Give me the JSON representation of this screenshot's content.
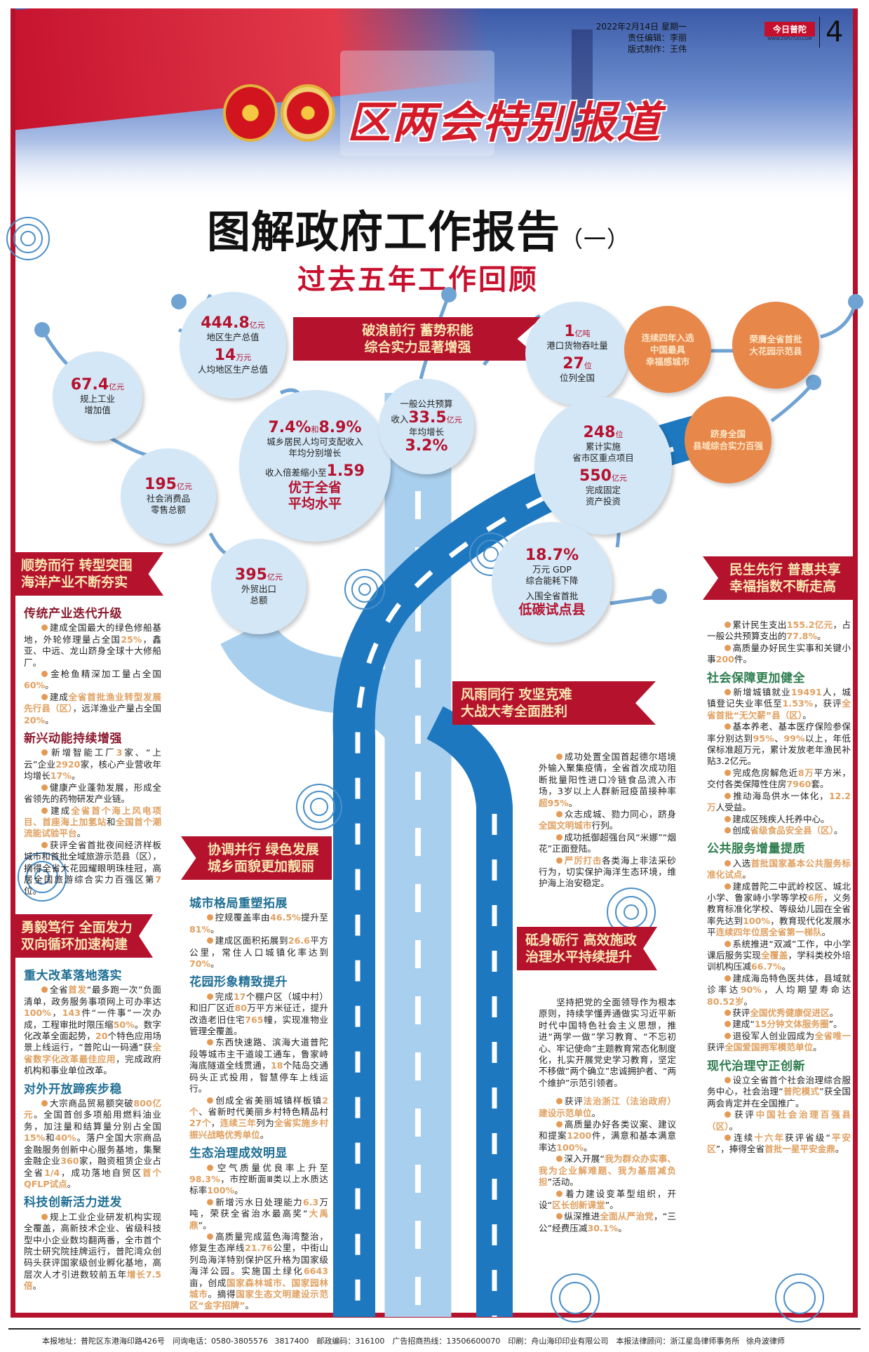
{
  "header": {
    "date": "2022年2月14日 星期一",
    "editor": "责任编辑：李丽",
    "layout": "版式制作：王伟",
    "paper_name": "今日普陀",
    "paper_url": "WWW.ZSPUTUO.COM",
    "page_number": "4",
    "report_title": "区两会特别报道"
  },
  "title": {
    "main": "图解政府工作报告",
    "part": "（一）",
    "subtitle": "过去五年工作回顾"
  },
  "banner_top": [
    "破浪前行 蓄势积能",
    "综合实力显著增强"
  ],
  "stats": {
    "industrial": {
      "value": "67.4",
      "unit": "亿元",
      "label": [
        "规上工业",
        "增加值"
      ]
    },
    "gdp": {
      "value": "444.8",
      "unit": "亿元",
      "label": "地区生产总值",
      "value2": "14",
      "unit2": "万元",
      "label2": "人均地区生产总值"
    },
    "retail": {
      "value": "195",
      "unit": "亿元",
      "label": [
        "社会消费品",
        "零售总额"
      ]
    },
    "income": {
      "value": "7.4%",
      "conj": "和",
      "value_b": "8.9%",
      "label": [
        "城乡居民人均可支配收入",
        "年均分别增长"
      ],
      "ratio_label": "收入倍差缩小至",
      "ratio": "1.59",
      "note": [
        "优于全省",
        "平均水平"
      ]
    },
    "export": {
      "value": "395",
      "unit": "亿元",
      "label": [
        "外贸出口",
        "总额"
      ]
    },
    "budget": {
      "label": "一般公共预算",
      "prefix": "收入",
      "value": "33.5",
      "unit": "亿元",
      "label2": "年均增长",
      "value2": "3.2%"
    },
    "port": {
      "value": "1",
      "unit": "亿吨",
      "label": "港口货物吞吐量",
      "value2": "27",
      "unit2": "位",
      "label2": "位列全国"
    },
    "projects": {
      "value": "248",
      "unit": "位",
      "label": [
        "累计实施",
        "省市区重点项目"
      ],
      "value2": "550",
      "unit2": "亿元",
      "label2": [
        "完成固定",
        "资产投资"
      ]
    },
    "energy": {
      "value": "18.7%",
      "label": [
        "万元 GDP",
        "综合能耗下降"
      ],
      "label2": "入围全省首批",
      "note": "低碳试点县"
    }
  },
  "honors": [
    [
      "连续四年入选",
      "中国最具",
      "幸福感城市"
    ],
    [
      "荣膺全省首批",
      "大花园示范县"
    ],
    [
      "跻身全国",
      "县域综合实力百强"
    ]
  ],
  "columns": [
    {
      "banner": [
        "顺势而行 转型突围",
        "海洋产业不断夯实"
      ],
      "groups": [
        {
          "title": "传统产业迭代升级",
          "items": [
            [
              "建成全国最大的绿色修船基地，外轮修理量占全国",
              "25%",
              "，鑫亚、中远、龙山跻身全球十大修船厂。"
            ],
            [
              "金枪鱼精深加工量占全国",
              "60%",
              "。"
            ],
            [
              "建成",
              "全省首批渔业转型发展先行县（区）",
              "，远洋渔业产量占全国",
              "20%",
              "。"
            ]
          ]
        },
        {
          "title": "新兴动能持续增强",
          "items": [
            [
              "新增智能工厂",
              "3",
              "家、“上云”企业",
              "2920",
              "家，核心产业营收年均增长",
              "17%",
              "。"
            ],
            [
              "健康产业蓬勃发展，形成全省领先的药物研发产业链。"
            ],
            [
              "建成",
              "全省首个海上风电项目、首座海上加氢站",
              "和",
              "全国首个潮流能试验平台",
              "。"
            ],
            [
              "获评全省首批夜间经济样板城市和首批全域旅游示范县（区），摘得全省大花园耀眼明珠桂冠，高居全国旅游综合实力百强区第",
              "7",
              "位。"
            ]
          ]
        }
      ]
    },
    {
      "banner": [
        "勇毅笃行 全面发力",
        "双向循环加速构建"
      ],
      "groups": [
        {
          "title": "重大改革落地落实",
          "items": [
            [
              "全省",
              "首发",
              "“最多跑一次”负面清单，政务服务事项网上可办率达",
              "100%",
              "，",
              "143",
              "件“一件事”一次办成，工程审批时限压缩",
              "50%",
              "。数字化改革全面起势，",
              "20",
              "个特色应用场景上线运行，“普陀山一码通”获",
              "全省数字化改革最佳应用",
              "，完成政府机构和事业单位改革。"
            ]
          ]
        },
        {
          "title": "对外开放蹄疾步稳",
          "items": [
            [
              "大宗商品贸易额突破",
              "800亿元",
              "。全国首创多项船用燃料油业务，加注量和结算量分别占全国",
              "15%",
              "和",
              "40%",
              "。落户全国大宗商品金融服务创新中心服务基地，集聚金融企业",
              "360",
              "家，融资租赁企业占全省",
              "1/4",
              "，成功落地自贸区",
              "首个QFLP试点",
              "。"
            ]
          ]
        },
        {
          "title": "科技创新活力迸发",
          "items": [
            [
              "规上工业企业研发机构实现全覆盖，高新技术企业、省级科技型中小企业数均翻两番，全市首个院士研究院挂牌运行，普陀湾众创码头获评国家级创业孵化基地，高层次人才引进数较前五年",
              "增长7.5倍",
              "。"
            ]
          ]
        }
      ]
    },
    {
      "banner": [
        "协调并行 绿色发展",
        "城乡面貌更加靓丽"
      ],
      "groups": [
        {
          "title": "城市格局重塑拓展",
          "items": [
            [
              "控规覆盖率由",
              "46.5%",
              "提升至",
              "81%",
              "。"
            ],
            [
              "建成区面积拓展到",
              "26.6",
              "平方公里，常住人口城镇化率达到",
              "70%",
              "。"
            ]
          ]
        },
        {
          "title": "花园形象精致提升",
          "items": [
            [
              "完成",
              "17",
              "个棚户区（城中村）和旧厂区近",
              "80",
              "万平方米征迁，提升改造老旧住宅",
              "765",
              "幢，实现准物业管理全覆盖。"
            ],
            [
              "东西快速路、滨海大道普陀段等城市主干道竣工通车，鲁家峙海底隧道全线贯通，",
              "18",
              "个陆岛交通码头正式投用，智慧停车上线运行。"
            ],
            [
              "创成全省美丽城镇样板镇",
              "2个",
              "、省新时代美丽乡村特色精品村",
              "27个",
              "，",
              "连续三年",
              "列为",
              "全省实施乡村振兴战略优秀单位",
              "。"
            ]
          ]
        },
        {
          "title": "生态治理成效明显",
          "items": [
            [
              "空气质量优良率上升至",
              "98.3%",
              "，市控断面Ⅲ类以上水质达标率",
              "100%",
              "。"
            ],
            [
              "新增污水日处理能力",
              "6.3",
              "万吨，荣获全省治水最高奖“",
              "大禹鼎",
              "”。"
            ],
            [
              "高质量完成蓝色海湾整治，修复生态岸线",
              "21.76",
              "公里，中街山列岛海洋特别保护区升格为国家级海洋公园。实施国土绿化",
              "6643",
              "亩，创成",
              "国家森林城市、国家园林城市",
              "。摘得",
              "国家生态文明建设示范区“金字招牌”",
              "。"
            ]
          ]
        }
      ]
    },
    {
      "banner": [
        "风雨同行 攻坚克难",
        "大战大考全面胜利"
      ],
      "groups": [
        {
          "title": "",
          "items": [
            [
              "成功处置全国首起德尔塔境外输入聚集疫情，全省首次成功阻断批量阳性进口冷链食品流入市场，3岁以上人群新冠疫苗接种率",
              "超95%",
              "。"
            ],
            [
              "众志成城、勠力同心，跻身",
              "全国文明城市",
              "行列。"
            ],
            [
              "成功抵御超强台风“米娜”“烟花”正面登陆。"
            ],
            [
              "",
              "严厉打击",
              "各类海上非法采砂行为，切实保护海洋生态环境，维护海上治安稳定。"
            ]
          ]
        }
      ]
    },
    {
      "banner": [
        "砥身砺行 高效施政",
        "治理水平持续提升"
      ],
      "intro": "坚持把党的全面领导作为根本原则，持续学懂弄通做实习近平新时代中国特色社会主义思想，推进“两学一做”学习教育、“不忘初心、牢记使命”主题教育常态化制度化，扎实开展党史学习教育，坚定不移做“两个确立”忠诚拥护者、“两个维护”示范引领者。",
      "groups": [
        {
          "title": "",
          "items": [
            [
              "获评",
              "法治浙江（法治政府）建设示范单位",
              "。"
            ],
            [
              "高质量办好各类议案、建议和提案",
              "1200",
              "件，满意和基本满意率达",
              "100%",
              "。"
            ],
            [
              "深入开展“",
              "我为群众办实事、我为企业解难题、我为基层减负担",
              "”活动。"
            ],
            [
              "着力建设变革型组织，开设“",
              "区长创新课堂",
              "”。"
            ],
            [
              "纵深推进",
              "全面从严治党",
              "，“三公”经费压减",
              "30.1%",
              "。"
            ]
          ]
        }
      ]
    },
    {
      "banner": [
        "民生先行 普惠共享",
        "幸福指数不断走高"
      ],
      "groups": [
        {
          "title": "",
          "items": [
            [
              "累计民生支出",
              "155.2亿元",
              "，占一般公共预算支出的",
              "77.8%",
              "。"
            ],
            [
              "高质量办好民生实事和关键小事",
              "200",
              "件。"
            ]
          ]
        },
        {
          "title": "社会保障更加健全",
          "items": [
            [
              "新增城镇就业",
              "19491",
              "人，城镇登记失业率低至",
              "1.53%",
              "，获评",
              "全省首批“无欠薪”县（区）",
              "。"
            ],
            [
              "基本养老、基本医疗保险参保率分别达到",
              "95%",
              "、",
              "99%",
              "以上，年低保标准超万元，累计发放老年渔民补贴3.2亿元。"
            ],
            [
              "完成危房解危近",
              "8万",
              "平方米，交付各类保障性住房",
              "7960",
              "套。"
            ],
            [
              "推动海岛供水一体化，",
              "12.2万",
              "人受益。"
            ],
            [
              "建成区残疾人托养中心。"
            ],
            [
              "创成",
              "省级食品安全县（区）",
              "。"
            ]
          ]
        },
        {
          "title": "公共服务增量提质",
          "items": [
            [
              "入选",
              "首批国家基本公共服务标准化试点",
              "。"
            ],
            [
              "建成普陀二中武岭校区、城北小学、鲁家峙小学等学校",
              "6所",
              "，义务教育标准化学校、等级幼儿园在全省率先达到",
              "100%",
              "，教育现代化发展水平",
              "连续四年位居全省第一梯队",
              "。"
            ],
            [
              "系统推进“双减”工作，中小学课后服务实现",
              "全覆盖",
              "，学科类校外培训机构压减",
              "66.7%",
              "。"
            ],
            [
              "建成海岛特色医共体，县域就诊率达",
              "90%",
              "，人均期望寿命达",
              "80.52岁",
              "。"
            ],
            [
              "获评",
              "全国优秀健康促进区",
              "。"
            ],
            [
              "建成“",
              "15分钟文体服务圈",
              "”。"
            ],
            [
              "退役军人创业园成为",
              "全省唯一",
              "获评",
              "全国爱国拥军模范单位",
              "。"
            ]
          ]
        },
        {
          "title": "现代治理守正创新",
          "items": [
            [
              "设立全省首个社会治理综合服务中心，社会治理“",
              "普陀模式",
              "”获全国两会肯定并在全国推广。"
            ],
            [
              "获评",
              "中国社会治理百强县（区）",
              "。"
            ],
            [
              "连续",
              "十六年",
              "获评省级“",
              "平安区",
              "”，捧得全省",
              "首批一星平安金鼎",
              "。"
            ]
          ]
        }
      ]
    }
  ],
  "footer": "本报地址：普陀区东港海印路426号　问询电话：0580-3805576 3817400　邮政编码：316100　广告招商热线：13506600070　印刷：舟山海印印业有限公司　本报法律顾问：浙江星岛律师事务所 徐舟波律师",
  "colors": {
    "brand_red": "#b5122e",
    "highlight": "#e0a060",
    "road_blue": "#1e78c0",
    "bubble": "#d4e7f6",
    "honor_orange": "#e8874a"
  }
}
